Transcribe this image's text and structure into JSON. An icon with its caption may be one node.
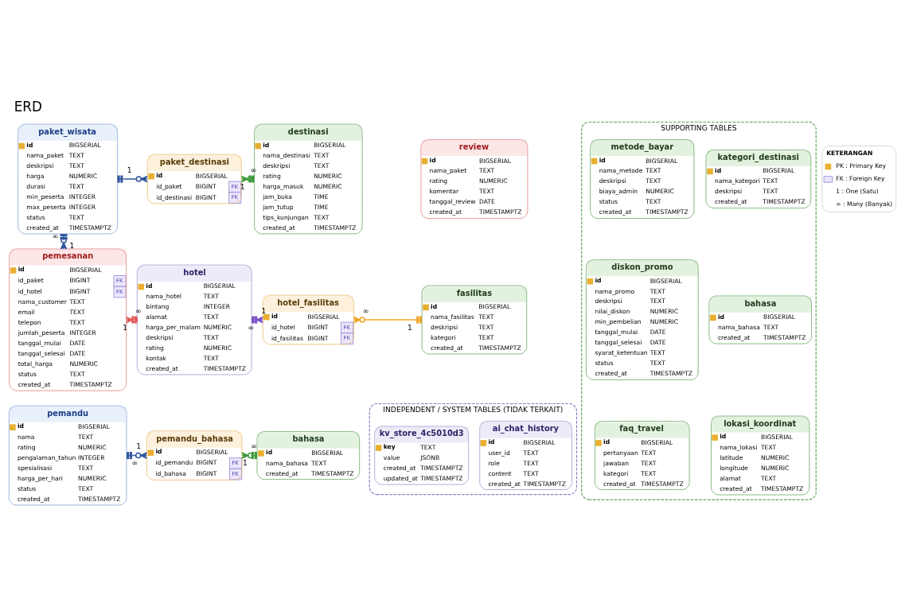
{
  "diagram": {
    "title": "ERD",
    "nodes": [
      {
        "text": [
          "paket_wisata",
          "id BIGSERIAL",
          "nama_paket TEXT",
          "deskripsi TEXT",
          "harga NUMERIC",
          "durasi TEXT",
          "min_peserta INTEGER",
          "max_peserta INTEGER",
          "status TEXT",
          "created_at TIMESTAMPTZ"
        ]
      },
      {
        "text": [
          "paket_destinasi",
          "id BIGSERIAL",
          "id_paket BIGINT FK",
          "id_destinasi BIGINT FK"
        ]
      },
      {
        "text": [
          "destinasi",
          "id BIGSERIAL",
          "nama_destinasi TEXT",
          "deskripsi TEXT",
          "rating NUMERIC",
          "harga_masuk NUMERIC",
          "jam_buka TIME",
          "jam_tutup TIME",
          "tips_kunjungan TEXT",
          "created_at TIMESTAMPTZ"
        ]
      },
      {
        "text": [
          "SUPPORTING TABLES"
        ]
      },
      {
        "text": [
          "kategori_destinasi",
          "id BIGSERIAL",
          "nama_kategori TEXT",
          "deskripsi TEXT",
          "created_at TIMESTAMPTZ"
        ],
        "in": 3
      },
      {
        "text": [
          "metode_bayar",
          "id BIGSERIAL",
          "nama_metode TEXT",
          "deskripsi TEXT",
          "biaya_admin NUMERIC",
          "status TEXT",
          "created_at TIMESTAMPTZ"
        ],
        "in": 3
      },
      {
        "text": [
          "pemesanan",
          "id BIGSERIAL",
          "id_paket BIGINT FK",
          "id_hotel BIGINT FK",
          "nama_customer TEXT",
          "email TEXT",
          "telepon TEXT",
          "jumlah_peserta INTEGER",
          "tanggal_mulai DATE",
          "tanggal_selesai DATE",
          "total_harga NUMERIC",
          "status TEXT",
          "created_at TIMESTAMPTZ"
        ]
      },
      {
        "text": [
          "hotel",
          "id BIGSERIAL",
          "nama_hotel TEXT",
          "bintang INTEGER",
          "alamat TEXT",
          "harga_per_malam NUMERIC",
          "deskripsi TEXT",
          "rating NUMERIC",
          "kontak TEXT",
          "created_at TIMESTAMPTZ"
        ]
      },
      {
        "text": [
          "review",
          "id BIGSERIAL",
          "nama_paket TEXT",
          "rating NUMERIC",
          "komentar TEXT",
          "tanggal_review DATE",
          "created_at TIMESTAMPTZ"
        ]
      },
      {
        "text": [
          "bahasa",
          "id BIGSERIAL",
          "nama_bahasa TEXT",
          "created_at TIMESTAMPTZ"
        ],
        "in": 3
      },
      {
        "text": [
          "diskon_promo",
          "id BIGSERIAL",
          "nama_promo TEXT",
          "deskripsi TEXT",
          "nilai_diskon NUMERIC",
          "min_pembelian NUMERIC",
          "tanggal_mulai DATE",
          "tanggal_selesai DATE",
          "syarat_ketentuan TEXT",
          "status TEXT",
          "created_at TIMESTAMPTZ"
        ],
        "in": 3
      },
      {
        "text": [
          "hotel_fasilitas",
          "id BIGSERIAL",
          "id_hotel BIGINT FK",
          "id_fasilitas BIGINT FK"
        ]
      },
      {
        "text": [
          "fasilitas",
          "id BIGSERIAL",
          "nama_fasilitas TEXT",
          "deskripsi TEXT",
          "kategori TEXT",
          "created_at TIMESTAMPTZ"
        ]
      },
      {
        "text": [
          "lokasi_koordinat",
          "id BIGSERIAL",
          "nama_lokasi TEXT",
          "latitude NUMERIC",
          "longitude NUMERIC",
          "alamat TEXT",
          "created_at TIMESTAMPTZ"
        ],
        "in": 3
      },
      {
        "text": [
          "faq_travel",
          "id BIGSERIAL",
          "pertanyaan TEXT",
          "jawaban TEXT",
          "kategori TEXT",
          "created_at TIMESTAMPTZ"
        ],
        "in": 3
      },
      {
        "text": [
          "pemandu",
          "id BIGSERIAL",
          "nama TEXT",
          "rating NUMERIC",
          "pengalaman_tahun INTEGER",
          "spesialisasi TEXT",
          "harga_per_hari NUMERIC",
          "status TEXT",
          "created_at TIMESTAMPTZ"
        ]
      },
      {
        "text": [
          "pemandu_bahasa",
          "id BIGSERIAL",
          "id_pemandu BIGINT FK",
          "id_bahasa BIGINT FK"
        ]
      },
      {
        "text": [
          "bahasa",
          "id BIGSERIAL",
          "nama_bahasa TEXT",
          "created_at TIMESTAMPTZ"
        ]
      },
      {
        "text": [
          "INDEPENDENT / SYSTEM TABLES (TIDAK TERKAIT)"
        ]
      },
      {
        "text": [
          "ai_chat_history",
          "id BIGSERIAL",
          "user_id TEXT",
          "role TEXT",
          "content TEXT",
          "created_at TIMESTAMPTZ"
        ],
        "in": 18
      },
      {
        "text": [
          "kv_store_4c5010d3",
          "key TEXT",
          "value JSONB",
          "created_at TIMESTAMPTZ",
          "updated_at TIMESTAMPTZ"
        ],
        "in": 18
      }
    ],
    "edges": [
      {
        "from": 0,
        "to": 1,
        "arrow": "other",
        "color": "#2f559e"
      },
      {
        "from": 2,
        "to": 1,
        "arrow": "other",
        "color": "#3b9a3b"
      },
      {
        "from": 0,
        "to": 6,
        "arrow": "other",
        "color": "#2f559e"
      },
      {
        "from": 7,
        "to": 6,
        "arrow": "other",
        "color": "#e05a5a"
      },
      {
        "from": 7,
        "to": 11,
        "arrow": "other",
        "color": "#7a52c7"
      },
      {
        "from": 12,
        "to": 11,
        "arrow": "other",
        "color": "#f0a41f"
      },
      {
        "from": 15,
        "to": 16,
        "arrow": "other",
        "color": "#2f559e"
      },
      {
        "from": 17,
        "to": 16,
        "arrow": "other",
        "color": "#3b9a3b"
      }
    ],
    "labels": [
      "1",
      "1",
      "∞",
      "1",
      "∞",
      "∞",
      "1",
      "1",
      "∞",
      "∞",
      "1",
      "1",
      "∞",
      "∞",
      "1",
      "KETERANGAN"
    ],
    "legend": [
      {
        "text": "PK : Primary Key"
      },
      {
        "text": "FK : Foreign Key"
      },
      {
        "text": "1 : One (Satu)"
      },
      {
        "text": "∞ : Many (Banyak)"
      }
    ]
  }
}
